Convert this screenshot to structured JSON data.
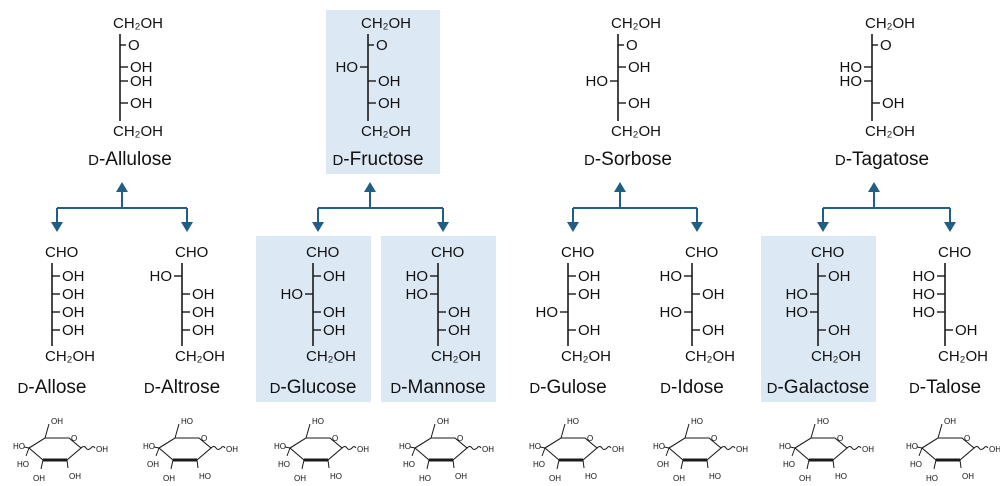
{
  "colors": {
    "highlight": "#dde8f5",
    "arrow": "#1f5f85",
    "bond": "#1a1a1a"
  },
  "ketoses": [
    {
      "key": "allulose",
      "prefix": "D",
      "name": "-Allulose",
      "top": "CH₂OH",
      "keto": "O",
      "bottom": "CH₂OH",
      "chiral": [
        "R",
        "R",
        "R"
      ],
      "highlight": false
    },
    {
      "key": "fructose",
      "prefix": "D",
      "name": "-Fructose",
      "top": "CH₂OH",
      "keto": "O",
      "bottom": "CH₂OH",
      "chiral": [
        "L",
        "R",
        "R"
      ],
      "highlight": true
    },
    {
      "key": "sorbose",
      "prefix": "D",
      "name": "-Sorbose",
      "top": "CH₂OH",
      "keto": "O",
      "bottom": "CH₂OH",
      "chiral": [
        "R",
        "L",
        "R"
      ],
      "highlight": false
    },
    {
      "key": "tagatose",
      "prefix": "D",
      "name": "-Tagatose",
      "top": "CH₂OH",
      "keto": "O",
      "bottom": "CH₂OH",
      "chiral": [
        "L",
        "L",
        "R"
      ],
      "highlight": false
    }
  ],
  "aldoses": [
    {
      "key": "allose",
      "prefix": "D",
      "name": "-Allose",
      "top": "CHO",
      "bottom": "CH₂OH",
      "chiral": [
        "R",
        "R",
        "R",
        "R"
      ],
      "highlight": false
    },
    {
      "key": "altrose",
      "prefix": "D",
      "name": "-Altrose",
      "top": "CHO",
      "bottom": "CH₂OH",
      "chiral": [
        "L",
        "R",
        "R",
        "R"
      ],
      "highlight": false
    },
    {
      "key": "glucose",
      "prefix": "D",
      "name": "-Glucose",
      "top": "CHO",
      "bottom": "CH₂OH",
      "chiral": [
        "R",
        "L",
        "R",
        "R"
      ],
      "highlight": true
    },
    {
      "key": "mannose",
      "prefix": "D",
      "name": "-Mannose",
      "top": "CHO",
      "bottom": "CH₂OH",
      "chiral": [
        "L",
        "L",
        "R",
        "R"
      ],
      "highlight": true
    },
    {
      "key": "gulose",
      "prefix": "D",
      "name": "-Gulose",
      "top": "CHO",
      "bottom": "CH₂OH",
      "chiral": [
        "R",
        "R",
        "L",
        "R"
      ],
      "highlight": false
    },
    {
      "key": "idose",
      "prefix": "D",
      "name": "-Idose",
      "top": "CHO",
      "bottom": "CH₂OH",
      "chiral": [
        "L",
        "R",
        "L",
        "R"
      ],
      "highlight": false
    },
    {
      "key": "galactose",
      "prefix": "D",
      "name": "-Galactose",
      "top": "CHO",
      "bottom": "CH₂OH",
      "chiral": [
        "R",
        "L",
        "L",
        "R"
      ],
      "highlight": true
    },
    {
      "key": "talose",
      "prefix": "D",
      "name": "-Talose",
      "top": "CHO",
      "bottom": "CH₂OH",
      "chiral": [
        "L",
        "L",
        "L",
        "R"
      ],
      "highlight": false
    }
  ],
  "rings": [
    {
      "key": "allose",
      "ch2_label": "OH",
      "labels": [
        "HO",
        "HO",
        "OH",
        "OH"
      ],
      "anomer": "OH"
    },
    {
      "key": "altrose",
      "ch2_label": "HO",
      "labels": [
        "HO",
        "OH",
        "OH",
        "HO"
      ],
      "anomer": "OH"
    },
    {
      "key": "glucose",
      "ch2_label": "HO",
      "labels": [
        "HO",
        "HO",
        "OH",
        "HO"
      ],
      "anomer": "OH"
    },
    {
      "key": "mannose",
      "ch2_label": "OH",
      "labels": [
        "HO",
        "HO",
        "HO",
        "OH"
      ],
      "anomer": "OH"
    },
    {
      "key": "gulose",
      "ch2_label": "HO",
      "labels": [
        "HO",
        "HO",
        "OH",
        "HO"
      ],
      "anomer": "OH"
    },
    {
      "key": "idose",
      "ch2_label": "HO",
      "labels": [
        "HO",
        "OH",
        "OH",
        "HO"
      ],
      "anomer": "OH"
    },
    {
      "key": "galactose",
      "ch2_label": "HO",
      "labels": [
        "HO",
        "HO",
        "OH",
        "HO"
      ],
      "anomer": "OH"
    },
    {
      "key": "talose",
      "ch2_label": "OH",
      "labels": [
        "HO",
        "HO",
        "HO",
        "OH"
      ],
      "anomer": "OH"
    }
  ]
}
